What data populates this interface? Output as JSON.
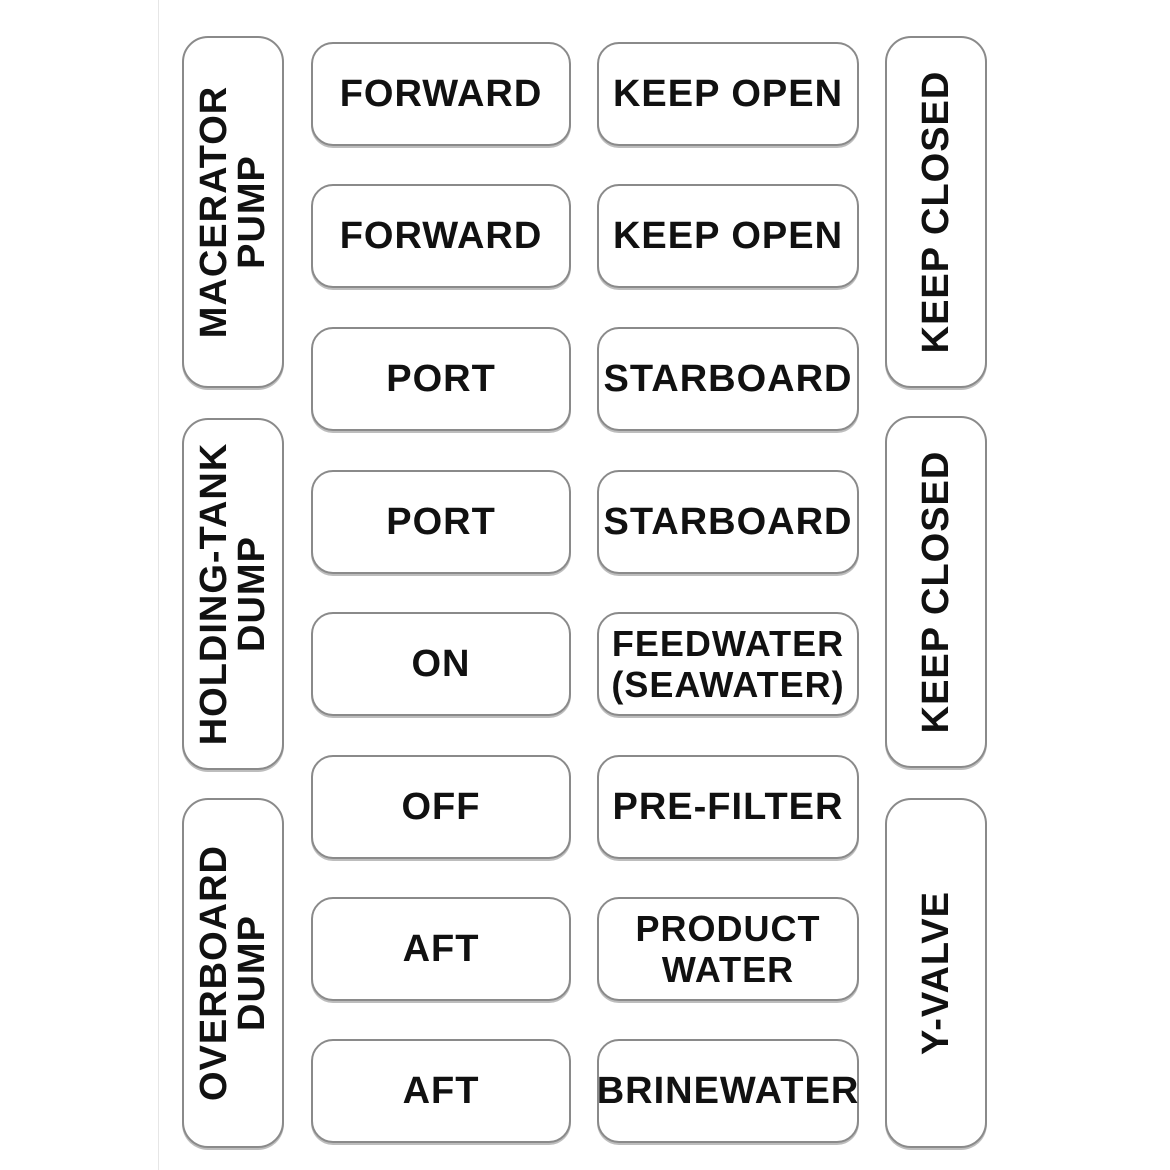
{
  "left_column": [
    {
      "id": "macerator",
      "lines": [
        "MACERATOR",
        "PUMP"
      ]
    },
    {
      "id": "holding",
      "lines": [
        "HOLDING-TANK",
        "DUMP"
      ]
    },
    {
      "id": "overboard",
      "lines": [
        "OVERBOARD",
        "DUMP"
      ]
    }
  ],
  "middle_column": [
    "FORWARD",
    "FORWARD",
    "PORT",
    "PORT",
    "ON",
    "OFF",
    "AFT",
    "AFT"
  ],
  "right_column": [
    {
      "lines": [
        "KEEP OPEN"
      ]
    },
    {
      "lines": [
        "KEEP OPEN"
      ]
    },
    {
      "lines": [
        "STARBOARD"
      ]
    },
    {
      "lines": [
        "STARBOARD"
      ]
    },
    {
      "lines": [
        "FEEDWATER",
        "(SEAWATER)"
      ]
    },
    {
      "lines": [
        "PRE-FILTER"
      ]
    },
    {
      "lines": [
        "PRODUCT",
        "WATER"
      ]
    },
    {
      "lines": [
        "BRINEWATER"
      ]
    }
  ],
  "far_right_column": [
    {
      "id": "keep-closed-1",
      "text": "KEEP CLOSED"
    },
    {
      "id": "keep-closed-2",
      "text": "KEEP CLOSED"
    },
    {
      "id": "y-valve",
      "text": "Y-VALVE"
    }
  ]
}
